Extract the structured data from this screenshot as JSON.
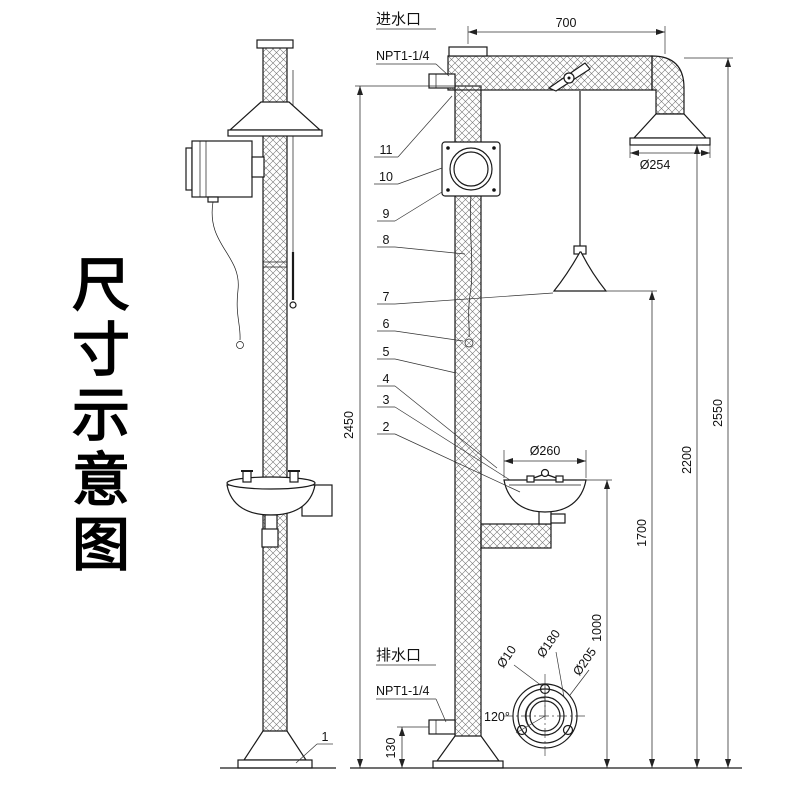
{
  "title": "尺寸示意图",
  "labels": {
    "inlet": "进水口",
    "inlet_thread": "NPT1-1/4",
    "drain": "排水口",
    "drain_thread": "NPT1-1/4"
  },
  "dims": {
    "arm": "700",
    "shower_dia": "Ø254",
    "left_total": "2450",
    "total": "2550",
    "head": "2200",
    "handle": "1700",
    "bowl": "1000",
    "bowl_dia": "Ø260",
    "drain": "130",
    "hole_dia": "Ø10",
    "bolt_circle_dia": "Ø180",
    "flange_dia": "Ø205",
    "angle": "120°"
  },
  "parts": {
    "n1": "1",
    "n2": "2",
    "n3": "3",
    "n4": "4",
    "n5": "5",
    "n6": "6",
    "n7": "7",
    "n8": "8",
    "n9": "9",
    "n10": "10",
    "n11": "11"
  }
}
